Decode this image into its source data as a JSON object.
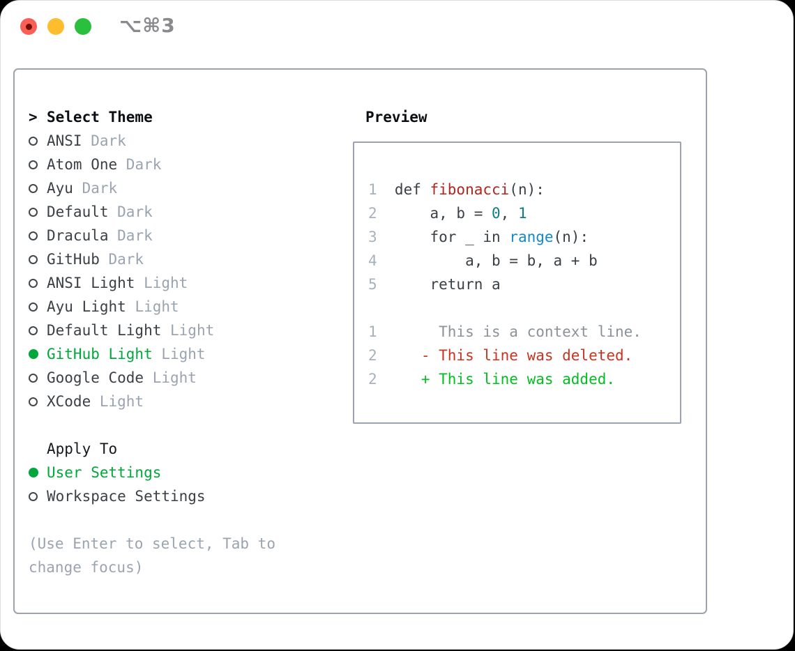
{
  "window": {
    "title_shortcut": "⌥⌘3"
  },
  "theme_list": {
    "header_prefix": ">",
    "header": "Select Theme",
    "items": [
      {
        "label": "ANSI",
        "variant": "Dark",
        "selected": false
      },
      {
        "label": "Atom One",
        "variant": "Dark",
        "selected": false
      },
      {
        "label": "Ayu",
        "variant": "Dark",
        "selected": false
      },
      {
        "label": "Default",
        "variant": "Dark",
        "selected": false
      },
      {
        "label": "Dracula",
        "variant": "Dark",
        "selected": false
      },
      {
        "label": "GitHub",
        "variant": "Dark",
        "selected": false
      },
      {
        "label": "ANSI Light",
        "variant": "Light",
        "selected": false
      },
      {
        "label": "Ayu Light",
        "variant": "Light",
        "selected": false
      },
      {
        "label": "Default Light",
        "variant": "Light",
        "selected": false
      },
      {
        "label": "GitHub Light",
        "variant": "Light",
        "selected": true
      },
      {
        "label": "Google Code",
        "variant": "Light",
        "selected": false
      },
      {
        "label": "XCode",
        "variant": "Light",
        "selected": false
      }
    ]
  },
  "apply_to": {
    "header": "Apply To",
    "options": [
      {
        "label": "User Settings",
        "selected": true
      },
      {
        "label": "Workspace Settings",
        "selected": false
      }
    ]
  },
  "hint": "(Use Enter to select, Tab to change focus)",
  "preview": {
    "title": "Preview",
    "lines": [
      {
        "number": "1",
        "tokens": [
          {
            "text": "def ",
            "color": "code"
          },
          {
            "text": "fibonacci",
            "color": "function"
          },
          {
            "text": "(n):",
            "color": "code"
          }
        ]
      },
      {
        "number": "2",
        "tokens": [
          {
            "text": "    a, b = ",
            "color": "code"
          },
          {
            "text": "0",
            "color": "number"
          },
          {
            "text": ", ",
            "color": "code"
          },
          {
            "text": "1",
            "color": "number"
          }
        ]
      },
      {
        "number": "3",
        "tokens": [
          {
            "text": "    for _ in ",
            "color": "code"
          },
          {
            "text": "range",
            "color": "builtin"
          },
          {
            "text": "(n):",
            "color": "code"
          }
        ]
      },
      {
        "number": "4",
        "tokens": [
          {
            "text": "        a, b = b, a + b",
            "color": "code"
          }
        ]
      },
      {
        "number": "5",
        "tokens": [
          {
            "text": "    return a",
            "color": "code"
          }
        ]
      },
      {
        "number": "",
        "tokens": []
      },
      {
        "number": "1",
        "tokens": [
          {
            "text": "     This is a context line.",
            "color": "context"
          }
        ]
      },
      {
        "number": "2",
        "tokens": [
          {
            "text": "   - This line was deleted.",
            "color": "deleted"
          }
        ]
      },
      {
        "number": "2",
        "tokens": [
          {
            "text": "   + This line was added.",
            "color": "added"
          }
        ]
      }
    ]
  },
  "colors": {
    "accent_green": "#00a83c",
    "added_green": "#00bf1f",
    "deleted_red": "#c9331f",
    "func_red": "#b3251d",
    "num_teal": "#0d7d84",
    "builtin_blue": "#1289c9",
    "text_dark": "#3a4046",
    "soft_gray": "#9aa4b1",
    "linenum": "#a7b1bc",
    "context_gray": "#8b9299",
    "panel_border": "#9aa3af",
    "bullet_ring": "#40474e",
    "title_gray": "#8a8a8e",
    "traffic_red": "#f95f56",
    "traffic_red_dot": "#720d08",
    "traffic_yellow": "#fdbd2e",
    "traffic_green": "#2ac03e"
  }
}
